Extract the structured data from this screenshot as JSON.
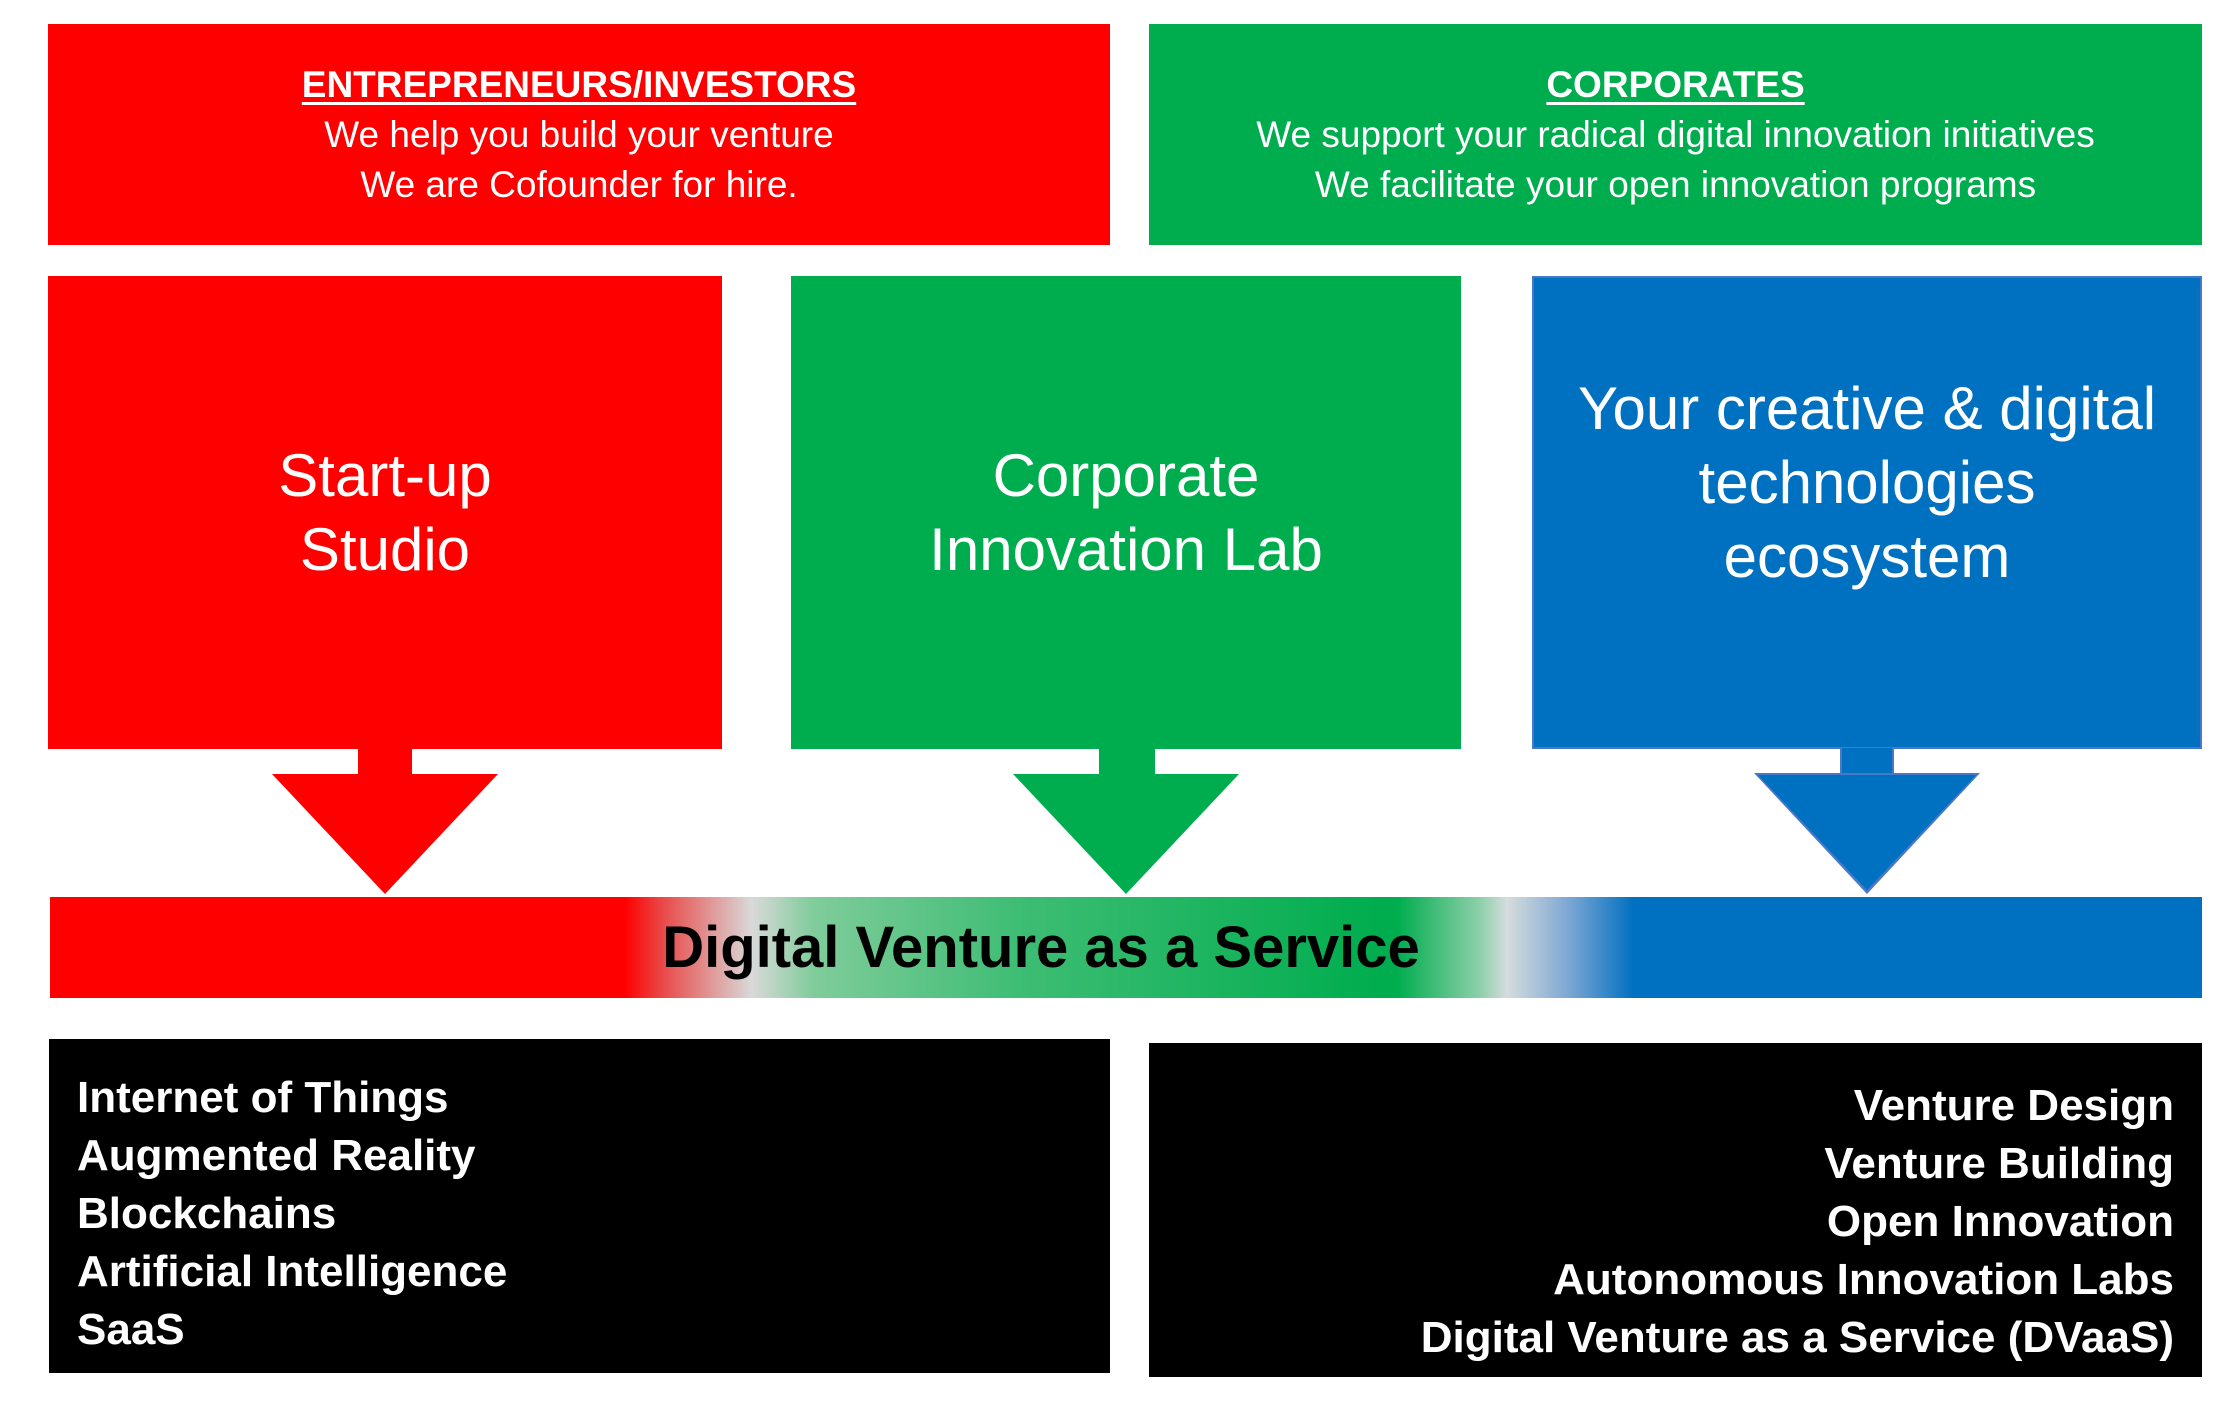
{
  "top_panels": {
    "entrepreneurs": {
      "heading": "ENTREPRENEURS/INVESTORS",
      "lines": [
        "We help you build your venture",
        "We are Cofounder for hire."
      ],
      "color": "#fe0000"
    },
    "corporates": {
      "heading": "CORPORATES",
      "lines": [
        "We support your radical digital innovation initiatives",
        "We facilitate your open innovation programs"
      ],
      "color": "#00ad4e"
    }
  },
  "pillars": [
    {
      "lines": [
        "Start-up",
        "Studio"
      ],
      "color": "#fe0000",
      "arrow": "arrow-down"
    },
    {
      "lines": [
        "Corporate",
        "Innovation Lab"
      ],
      "color": "#00ad4e",
      "arrow": "arrow-down"
    },
    {
      "lines": [
        "Your creative & digital",
        "technologies",
        "ecosystem"
      ],
      "color": "#0070c0",
      "arrow": "arrow-down"
    }
  ],
  "banner": {
    "title": "Digital Venture as a Service",
    "gradient": [
      "#fe0000",
      "#d9d9d9",
      "#00ad4e",
      "#d9d9d9",
      "#0070c0"
    ]
  },
  "technologies": {
    "items": [
      "Internet of Things",
      "Augmented Reality",
      "Blockchains",
      "Artificial Intelligence",
      "SaaS"
    ]
  },
  "services": {
    "items": [
      "Venture Design",
      "Venture Building",
      "Open Innovation",
      "Autonomous Innovation Labs",
      "Digital Venture as a Service (DVaaS)"
    ]
  }
}
